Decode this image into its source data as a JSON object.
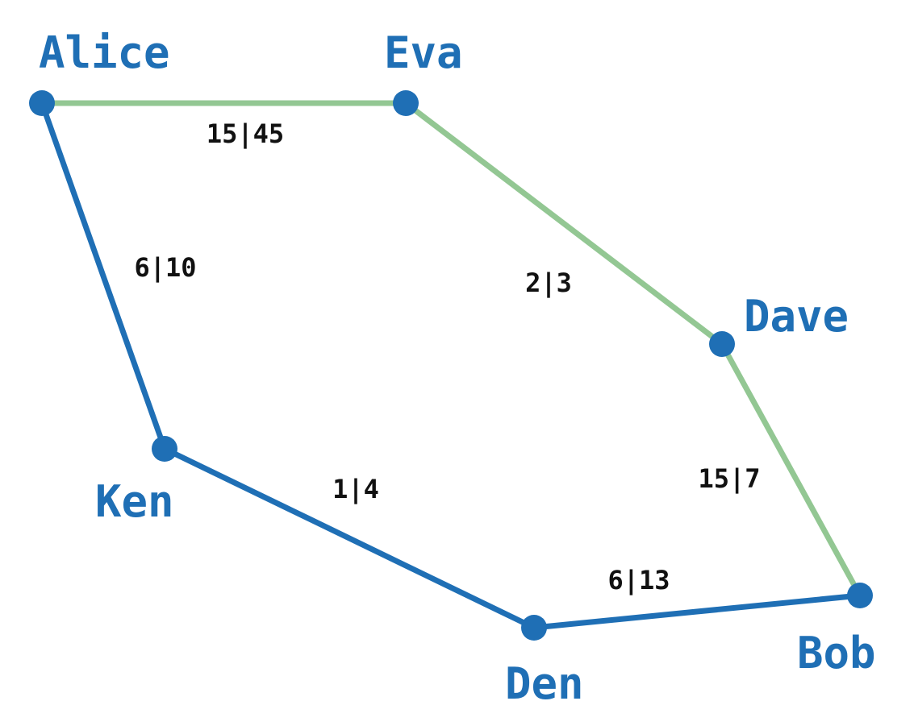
{
  "colors": {
    "node": "#1f6fb5",
    "edge_default": "#1f6fb5",
    "edge_highlight": "#93c793",
    "edge_label": "#111111"
  },
  "nodes": [
    {
      "id": "alice",
      "label": "Alice"
    },
    {
      "id": "eva",
      "label": "Eva"
    },
    {
      "id": "dave",
      "label": "Dave"
    },
    {
      "id": "bob",
      "label": "Bob"
    },
    {
      "id": "den",
      "label": "Den"
    },
    {
      "id": "ken",
      "label": "Ken"
    }
  ],
  "edges": [
    {
      "id": "alice-eva",
      "from": "alice",
      "to": "eva",
      "label": "15|45",
      "highlighted": true
    },
    {
      "id": "eva-dave",
      "from": "eva",
      "to": "dave",
      "label": "2|3",
      "highlighted": true
    },
    {
      "id": "dave-bob",
      "from": "dave",
      "to": "bob",
      "label": "15|7",
      "highlighted": true
    },
    {
      "id": "bob-den",
      "from": "bob",
      "to": "den",
      "label": "6|13",
      "highlighted": false
    },
    {
      "id": "den-ken",
      "from": "den",
      "to": "ken",
      "label": "1|4",
      "highlighted": false
    },
    {
      "id": "ken-alice",
      "from": "ken",
      "to": "alice",
      "label": "6|10",
      "highlighted": false
    }
  ]
}
